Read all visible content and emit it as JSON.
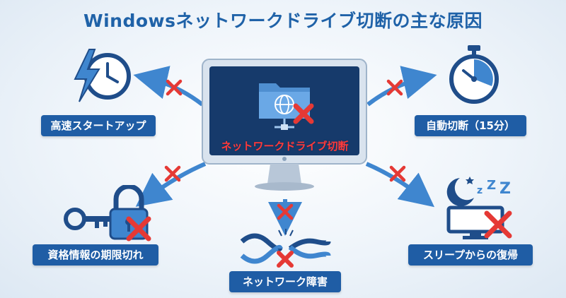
{
  "title": "Windowsネットワークドライブ切断の主な原因",
  "center_label": "ネットワークドライブ切断",
  "causes": {
    "fast_startup": "高速スタートアップ",
    "auto_disconnect": "自動切断（15分）",
    "credential_expiry": "資格情報の期限切れ",
    "network_failure": "ネットワーク障害",
    "sleep_resume": "スリープからの復帰"
  },
  "colors": {
    "title": "#1f62a8",
    "label_bg": "#1f5da5",
    "arrow": "#3f86cf",
    "cross": "#e53935",
    "monitor_screen": "#163a6b"
  },
  "icons": [
    "lightning-clock-icon",
    "stopwatch-icon",
    "key-lock-icon",
    "broken-cable-icon",
    "moon-sleep-monitor-icon",
    "network-folder-icon"
  ]
}
